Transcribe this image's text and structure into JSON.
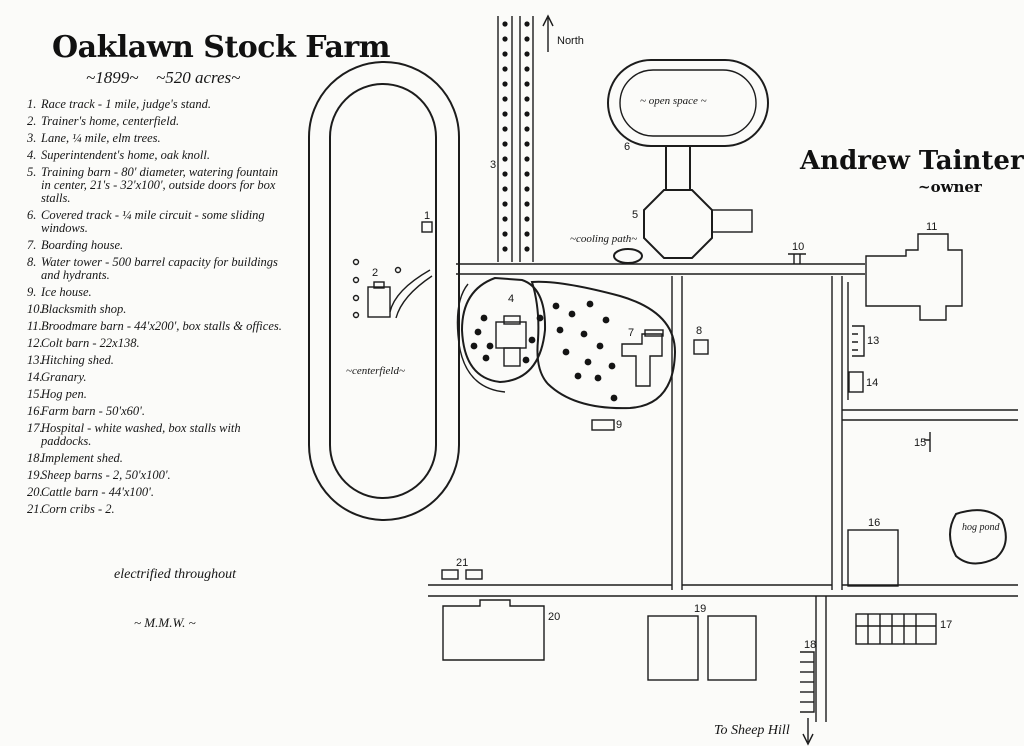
{
  "header": {
    "title": "Oaklawn Stock Farm",
    "year": "~1899~",
    "acres": "~520 acres~"
  },
  "owner": {
    "name": "Andrew Tainter ~",
    "role": "~owner"
  },
  "legend": [
    {
      "num": "1.",
      "text": "Race track - 1 mile, judge's stand."
    },
    {
      "num": "2.",
      "text": "Trainer's home, centerfield."
    },
    {
      "num": "3.",
      "text": "Lane, ¼ mile, elm trees."
    },
    {
      "num": "4.",
      "text": "Superintendent's home, oak knoll."
    },
    {
      "num": "5.",
      "text": "Training barn - 80' diameter, watering fountain in center, 21's - 32'x100', outside doors for box stalls."
    },
    {
      "num": "6.",
      "text": "Covered track - ¼ mile circuit - some sliding windows."
    },
    {
      "num": "7.",
      "text": "Boarding house."
    },
    {
      "num": "8.",
      "text": "Water tower - 500 barrel capacity for buildings and hydrants."
    },
    {
      "num": "9.",
      "text": "Ice house."
    },
    {
      "num": "10.",
      "text": "Blacksmith shop."
    },
    {
      "num": "11.",
      "text": "Broodmare barn - 44'x200', box stalls & offices."
    },
    {
      "num": "12.",
      "text": "Colt barn - 22x138."
    },
    {
      "num": "13.",
      "text": "Hitching shed."
    },
    {
      "num": "14.",
      "text": "Granary."
    },
    {
      "num": "15.",
      "text": "Hog pen."
    },
    {
      "num": "16.",
      "text": "Farm barn - 50'x60'."
    },
    {
      "num": "17.",
      "text": "Hospital - white washed, box stalls with paddocks."
    },
    {
      "num": "18.",
      "text": "Implement shed."
    },
    {
      "num": "19.",
      "text": "Sheep barns - 2, 50'x100'."
    },
    {
      "num": "20.",
      "text": "Cattle barn - 44'x100'."
    },
    {
      "num": "21.",
      "text": "Corn cribs - 2."
    }
  ],
  "notes": {
    "electrified": "electrified throughout",
    "initials": "~ M.M.W. ~"
  },
  "map_labels": {
    "north": "North",
    "open_space": "~ open space ~",
    "centerfield": "~centerfield~",
    "cooling_path": "~cooling path~",
    "hog_pond": "hog pond",
    "to_sheep_hill": "To Sheep Hill",
    "n1": "1",
    "n2": "2",
    "n3": "3",
    "n4": "4",
    "n5": "5",
    "n6": "6",
    "n7": "7",
    "n8": "8",
    "n9": "9",
    "n10": "10",
    "n11": "11",
    "n13": "13",
    "n14": "14",
    "n15": "15",
    "n16": "16",
    "n17": "17",
    "n18": "18",
    "n19": "19",
    "n20": "20",
    "n21": "21"
  }
}
